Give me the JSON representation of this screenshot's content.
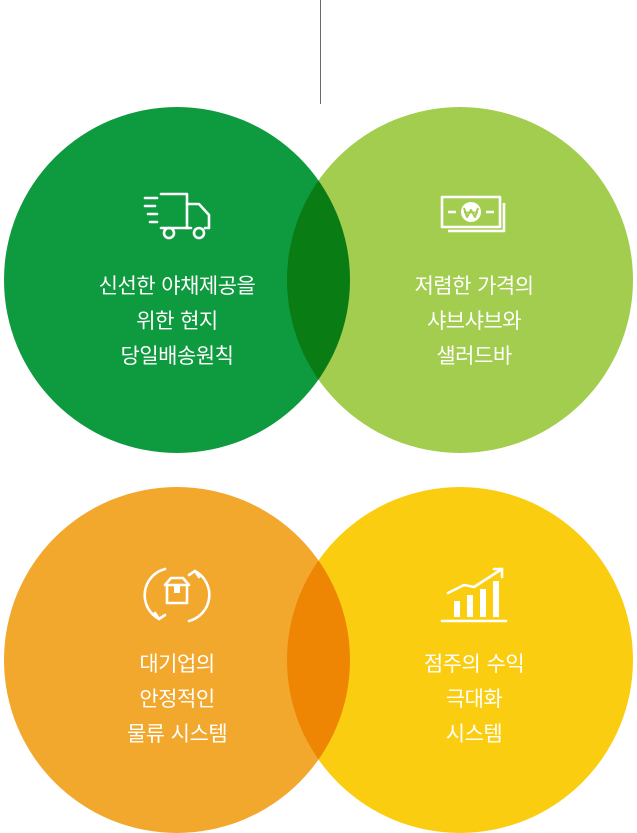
{
  "colors": {
    "green_dark": "#0e9a3e",
    "green_light": "#a3cd4f",
    "orange": "#f2a72d",
    "yellow": "#fbcd10",
    "text": "#ffffff",
    "divider": "#6a6a6a"
  },
  "items": [
    {
      "icon": "delivery-truck-icon",
      "lines": [
        "신선한 야채제공을",
        "위한 현지",
        "당일배송원칙"
      ]
    },
    {
      "icon": "won-banknote-icon",
      "lines": [
        "저렴한 가격의",
        "샤브샤브와",
        "샐러드바"
      ]
    },
    {
      "icon": "box-cycle-icon",
      "lines": [
        "대기업의",
        "안정적인",
        "물류 시스템"
      ]
    },
    {
      "icon": "growth-chart-icon",
      "lines": [
        "점주의 수익",
        "극대화",
        "시스템"
      ]
    }
  ]
}
